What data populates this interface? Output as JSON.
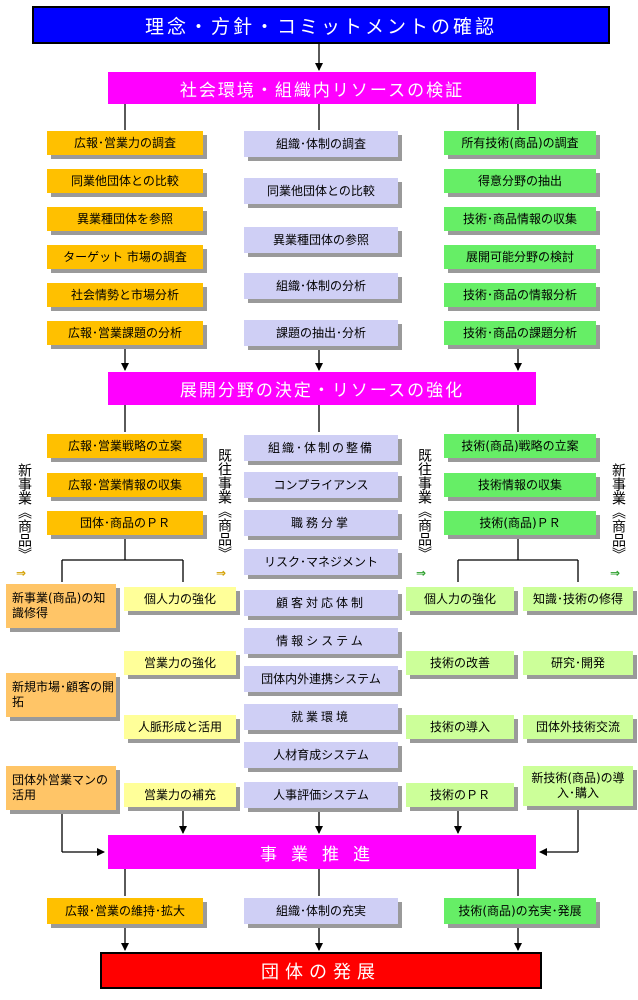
{
  "top": {
    "title": "理念・方針・コミットメントの確認",
    "color": "#0000ff"
  },
  "verify": {
    "title": "社会環境・組織内リソースの検証"
  },
  "survey": {
    "left": [
      "広報･営業力の調査",
      "同業他団体との比較",
      "異業種団体を参照",
      "ターゲット 市場の調査",
      "社会情勢と市場分析",
      "広報･営業課題の分析"
    ],
    "center": [
      "組織･体制の調査",
      "同業他団体との比較",
      "異業種団体の参照",
      "組織･体制の分析",
      "課題の抽出･分析"
    ],
    "right": [
      "所有技術(商品)の調査",
      "得意分野の抽出",
      "技術･商品情報の収集",
      "展開可能分野の検討",
      "技術･商品の情報分析",
      "技術･商品の課題分析"
    ]
  },
  "decide": {
    "title": "展開分野の決定・リソースの強化"
  },
  "strategy": {
    "left": [
      "広報･営業戦略の立案",
      "広報･営業情報の収集",
      "団体･商品のＰＲ"
    ],
    "right": [
      "技術(商品)戦略の立案",
      "技術情報の収集",
      "技術(商品)ＰＲ"
    ]
  },
  "side_labels": {
    "far_left": "新事業《商品》",
    "mid_left": "既往事業《商品》",
    "mid_right": "既往事業《商品》",
    "far_right": "新事業《商品》",
    "arrow_glyph": "⇒"
  },
  "center_tasks": [
    "組織･体制の整備",
    "コンプライアンス",
    "職務分掌",
    "リスク･マネジメント",
    "顧客対応体制",
    "情報システム",
    "団体内外連携システム",
    "就業環境",
    "人材育成システム",
    "人事評価システム"
  ],
  "new_left": [
    "新事業(商品)の知識修得",
    "新規市場･顧客の開拓",
    "団体外営業マンの活用"
  ],
  "exist_left": [
    "個人力の強化",
    "営業力の強化",
    "人脈形成と活用",
    "営業力の補充"
  ],
  "exist_right": [
    "個人力の強化",
    "技術の改善",
    "技術の導入",
    "技術のＰＲ"
  ],
  "new_right": [
    "知識･技術の修得",
    "研究･開発",
    "団体外技術交流",
    "新技術(商品)の導入･購入"
  ],
  "promote": {
    "title": "事業推進"
  },
  "results": [
    "広報･営業の維持･拡大",
    "組織･体制の充実",
    "技術(商品)の充実･発展"
  ],
  "final": {
    "title": "団体の発展",
    "color": "#ff0000"
  }
}
